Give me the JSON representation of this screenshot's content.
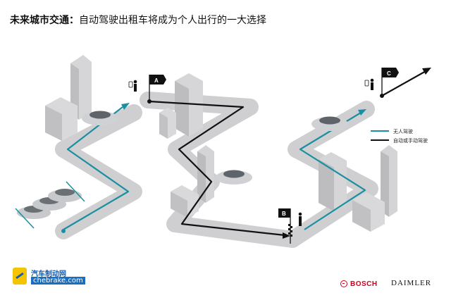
{
  "title": {
    "bold": "未来城市交通：",
    "rest": "自动驾驶出租车将成为个人出行的一大选择"
  },
  "flags": {
    "a": "A",
    "b": "B",
    "c": "C"
  },
  "legend": {
    "autonomous": {
      "label": "无人驾驶",
      "color": "#1a8fa0"
    },
    "mixed": {
      "label": "自动或手动驾驶",
      "color": "#111111"
    }
  },
  "watermark": {
    "cn": "汽车制动网",
    "en": "chebrake.com"
  },
  "logos": {
    "bosch": "BOSCH",
    "daimler": "DAIMLER"
  },
  "colors": {
    "road": "#c9c9cc",
    "building": "#d8d8da",
    "building_dark": "#bcbcbf",
    "teal": "#1a8fa0"
  }
}
